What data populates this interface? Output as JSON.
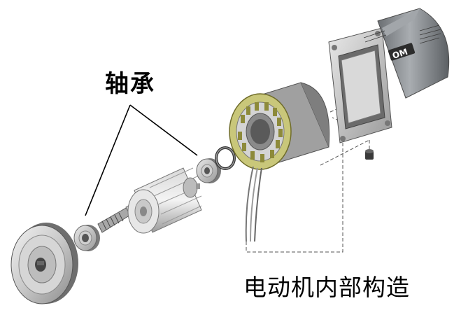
{
  "labels": {
    "bearing": "轴承",
    "title": "电动机内部构造"
  },
  "motor_case": {
    "brand_logo": "OM"
  },
  "colors": {
    "metal_light": "#e4e4e4",
    "metal_mid": "#b8b8b8",
    "metal_dark": "#6a6a6a",
    "winding": "#c9c77a",
    "winding_dark": "#8d8a3a",
    "case_gray": "#8a8e92",
    "leader_line": "#000000"
  }
}
